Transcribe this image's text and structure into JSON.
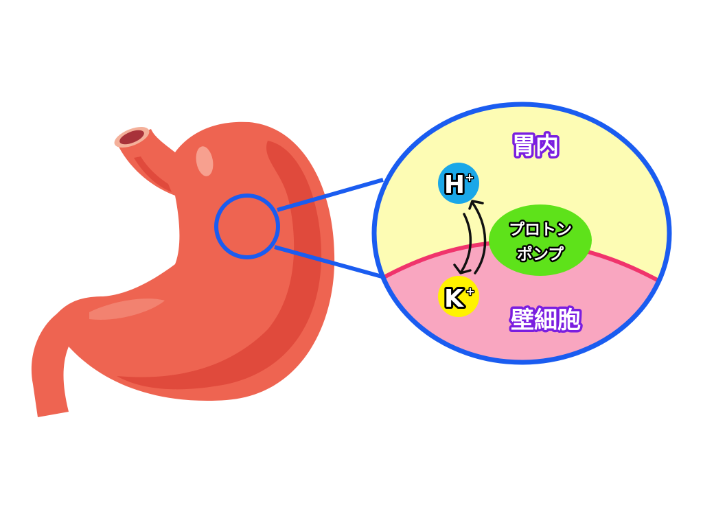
{
  "labels": {
    "stomach_lumen": "胃内",
    "parietal_cell": "壁細胞",
    "proton_pump_line1": "プロトン",
    "proton_pump_line2": "ポンプ",
    "hydrogen_ion": "H",
    "hydrogen_charge": "+",
    "potassium_ion": "K",
    "potassium_charge": "+"
  },
  "colors": {
    "stomach": "#ee6451",
    "stomach_shade": "#e04a3c",
    "magnifier": "#1a5cf0",
    "lumen": "#fdfcb4",
    "cell": "#f9a6c0",
    "membrane": "#f0346c",
    "pump": "#5ee21a",
    "h_ion": "#1aa7e8",
    "k_ion": "#fff200",
    "label_outline": "#7a1ee0"
  }
}
